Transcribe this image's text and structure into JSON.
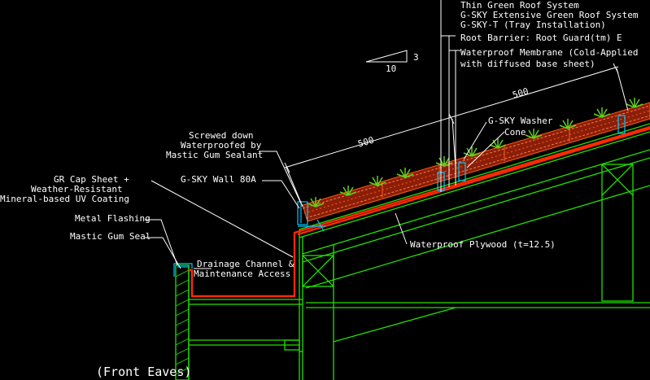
{
  "colors": {
    "background": "#000000",
    "structure_green": "#22e000",
    "membrane_red": "#ff2a00",
    "tray_orange": "#ff5a14",
    "plant_green": "#5fd01a",
    "leader_white": "#ffffff",
    "detail_cyan": "#00c8ff"
  },
  "labels": {
    "thin_green_roof": "Thin Green Roof System",
    "gsky_extensive": "G-SKY Extensive Green Roof System",
    "gsky_t": "G-SKY-T (Tray Installation)",
    "root_barrier": "Root Barrier: Root Guard(tm) E",
    "membrane_1": "Waterproof Membrane (Cold-Applied",
    "membrane_2": "with diffused base sheet)",
    "washer": "G-SKY Washer",
    "cone": "Cone",
    "screwed_1": "Screwed down",
    "screwed_2": "Waterproofed by",
    "screwed_3": "Mastic Gum Sealant",
    "cap_1": "GR Cap Sheet +",
    "cap_2": "Weather-Resistant",
    "cap_3": "Mineral-based UV Coating",
    "wall": "G-SKY Wall 80A",
    "flashing": "Metal Flashing",
    "mastic": "Mastic Gum Seal",
    "drainage_1": "Drainage Channel &",
    "drainage_2": "Maintenance Access",
    "plywood": "Waterproof Plywood (t=12.5)",
    "slope_rise": "3",
    "slope_run": "10",
    "dim_1": "500",
    "dim_2": "500",
    "caption": "(Front Eaves)"
  }
}
